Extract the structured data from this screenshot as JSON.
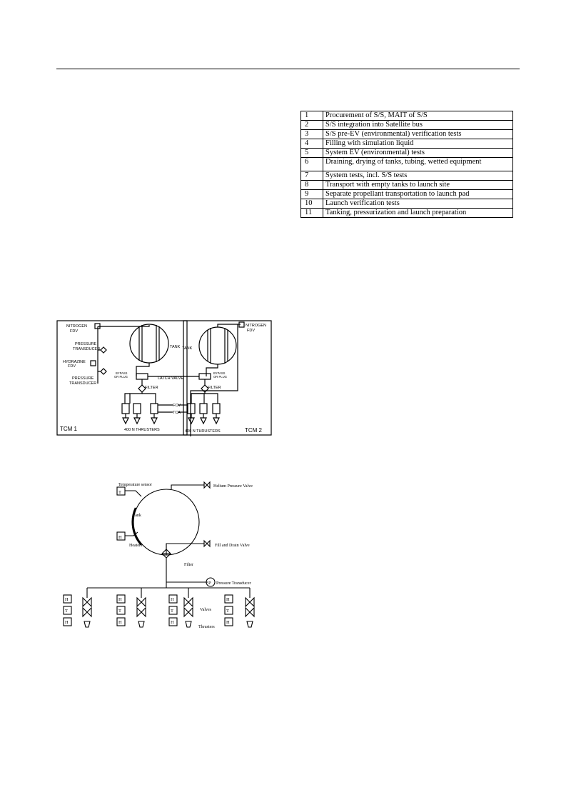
{
  "table": {
    "rows": [
      {
        "num": "1",
        "text": "Procurement of S/S, MAIT of S/S"
      },
      {
        "num": "2",
        "text": "S/S integration into Satellite bus"
      },
      {
        "num": "3",
        "text": "S/S pre-EV (environmental) verification tests"
      },
      {
        "num": "4",
        "text": "Filling with simulation liquid"
      },
      {
        "num": "5",
        "text": "System EV (environmental) tests"
      },
      {
        "num": "6",
        "text": "Draining, drying of tanks, tubing, wetted equipment"
      },
      {
        "num": "7",
        "text": "System tests, incl. S/S tests"
      },
      {
        "num": "8",
        "text": "Transport with empty tanks to launch site"
      },
      {
        "num": "9",
        "text": "Separate propellant transportation to launch pad"
      },
      {
        "num": "10",
        "text": "Launch verification tests"
      },
      {
        "num": "11",
        "text": "Tanking, pressurization and launch preparation"
      }
    ]
  },
  "figure1": {
    "nitrogen_fdv_left": [
      "NITROGEN",
      "FDV"
    ],
    "nitrogen_fdv_right": [
      "NITROGEN",
      "FDV"
    ],
    "pressure_transducer_top": [
      "PRESSURE",
      "TRANSDUCER"
    ],
    "hydrazine_fdv": [
      "HYDRAZINE",
      "FDV"
    ],
    "pressure_transducer_bottom": [
      "PRESSURE",
      "TRANSDUCER"
    ],
    "tank_left": "TANK",
    "tank_right": "TANK",
    "bypass_left": [
      "BYPASS",
      "OR PLUG"
    ],
    "latch_valve": "LATCH VALVE",
    "bypass_right": [
      "BYPASS",
      "OR PLUG"
    ],
    "filter_left": "FILTER",
    "filter_right": "FILTER",
    "fcv": "FCV",
    "tca": "TCA",
    "thrusters_left": "400 N THRUSTERS",
    "thrusters_right": "400 N THRUSTERS",
    "tcm1": "TCM 1",
    "tcm2": "TCM 2"
  },
  "figure2": {
    "temperature_sensor": "Temperature sensor",
    "helium_valve": "Helium Pressure Valve",
    "tank": "Tank",
    "heaters": "Heaters",
    "fill_drain": "Fill and Drain Valve",
    "filter": "Filter",
    "pressure_transducer": "Pressure Transducer",
    "valves": "Valves",
    "thrusters": "Thrusters",
    "T": "T",
    "H": "H",
    "P": "P"
  }
}
